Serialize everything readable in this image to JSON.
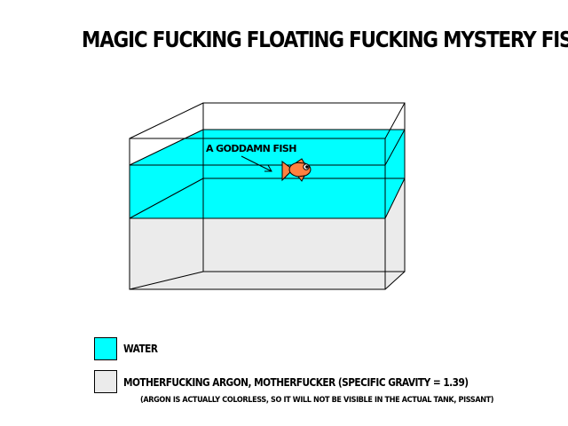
{
  "title": "MAGIC FUCKING FLOATING FUCKING MYSTERY FISH.",
  "fish_label": "A GODDAMN FISH",
  "colors": {
    "water": "#00FFFF",
    "argon": "#EBEBEB",
    "fish": "#FF8040",
    "outline": "#000000"
  },
  "legend": {
    "water_label": "WATER",
    "argon_label": "MOTHERFUCKING ARGON, MOTHERFUCKER (SPECIFIC GRAVITY = 1.39)",
    "argon_note": "(ARGON IS ACTUALLY COLORLESS, SO IT WILL NOT BE VISIBLE IN THE ACTUAL TANK, PISSANT)"
  }
}
